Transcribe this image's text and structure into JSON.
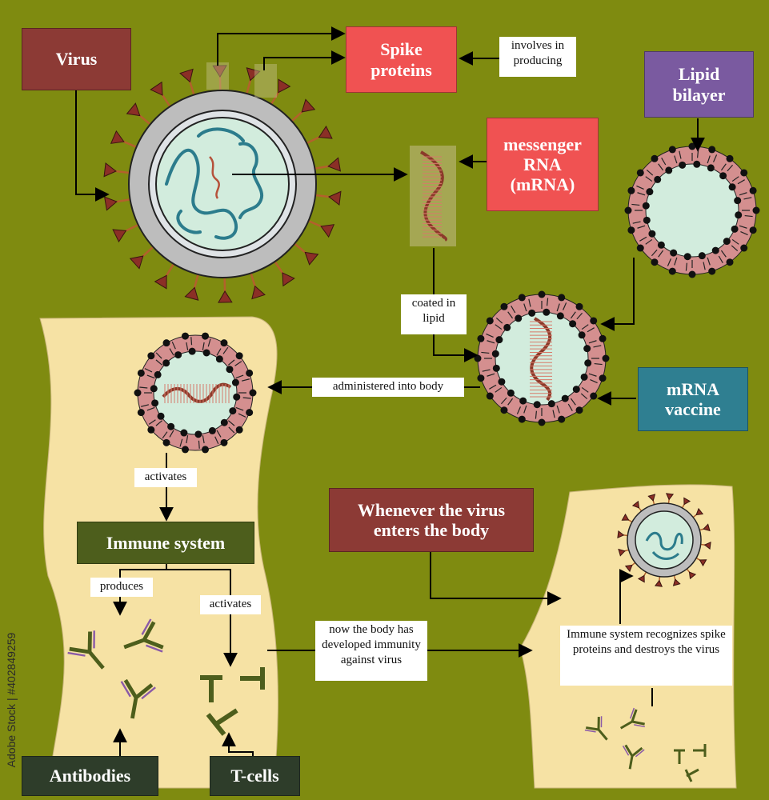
{
  "boxes": {
    "virus": "Virus",
    "spike_proteins": "Spike proteins",
    "lipid_bilayer": "Lipid bilayer",
    "messenger_rna": "messenger RNA (mRNA)",
    "mrna_vaccine": "mRNA vaccine",
    "immune_system": "Immune system",
    "antibodies": "Antibodies",
    "t_cells": "T-cells",
    "whenever_virus": "Whenever the virus enters the body"
  },
  "labels": {
    "involves_in_producing": "involves in producing",
    "coated_in_lipid": "coated in lipid",
    "administered_into_body": "administered into body",
    "activates_1": "activates",
    "produces": "produces",
    "activates_2": "activates",
    "now_immunity": "now the body has developed immunity against virus",
    "immune_recognizes": "Immune system recognizes spike proteins and destroys the virus"
  },
  "watermark": "Adobe Stock | #402849259",
  "colors": {
    "background": "#7f8b10",
    "virus_box": "#8c3a35",
    "spike_box": "#f05252",
    "mrna_box": "#f05252",
    "lipid_box": "#7a5aa0",
    "vaccine_box": "#2f7f91",
    "immune_box": "#4d5e1c",
    "dark_box": "#2e3d2a",
    "body_panel": "#f6e2a4"
  }
}
